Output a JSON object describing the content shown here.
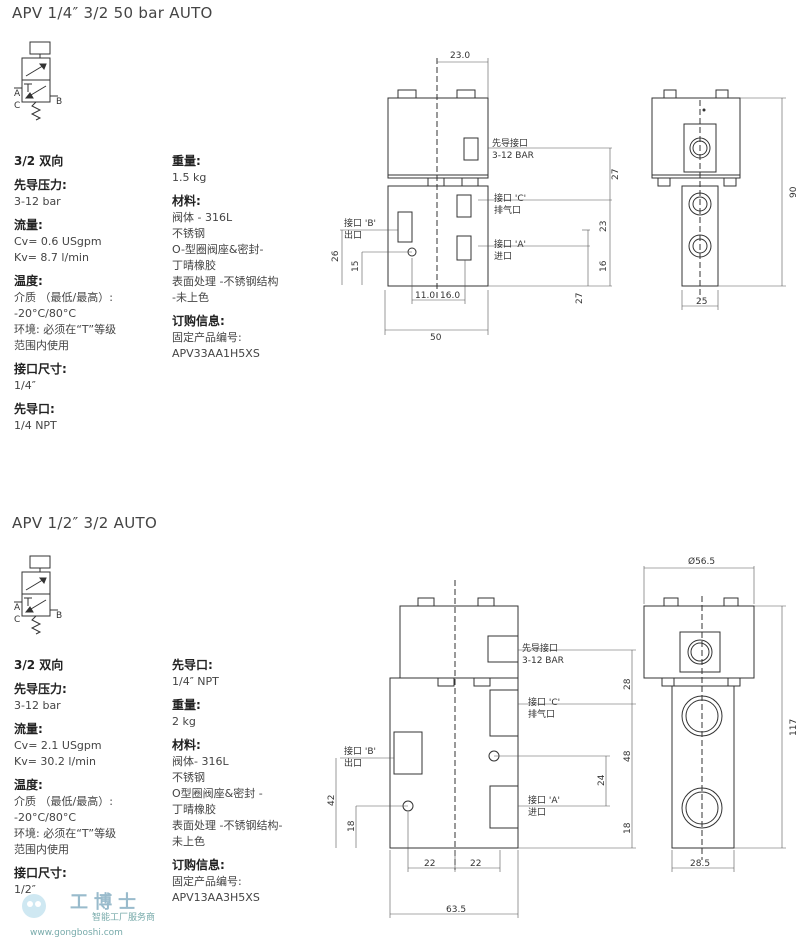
{
  "section1": {
    "title": "APV 1/4″   3/2 50 bar AUTO",
    "col1": [
      {
        "h": "3/2 双向",
        "v": []
      },
      {
        "h": "先导压力:",
        "v": [
          "3-12 bar"
        ]
      },
      {
        "h": "流量:",
        "v": [
          "Cv= 0.6 USgpm",
          "Kv= 8.7 l/min"
        ]
      },
      {
        "h": "温度:",
        "v": [
          "介质 （最低/最高）:",
          "-20°C/80°C",
          "环境: 必须在“T”等级",
          "范围内使用"
        ]
      },
      {
        "h": "接口尺寸:",
        "v": [
          "1/4″"
        ]
      },
      {
        "h": "先导口:",
        "v": [
          "1/4 NPT"
        ]
      }
    ],
    "col2": [
      {
        "h": "重量:",
        "v": [
          "1.5 kg"
        ]
      },
      {
        "h": "材料:",
        "v": [
          "阀体 - 316L",
          "不锈钢",
          "O-型圈阀座&密封-",
          "丁晴橡胶",
          "表面处理 -不锈钢结构",
          "-未上色"
        ]
      },
      {
        "h": "订购信息:",
        "v": [
          "固定产品编号:",
          "APV33AA1H5XS"
        ]
      }
    ],
    "drawing": {
      "dims": [
        "23.0",
        "27",
        "23",
        "16",
        "27",
        "26",
        "15",
        "11.0",
        "16.0",
        "50",
        "25",
        "90"
      ],
      "labels": [
        "先导接口",
        "3-12 BAR",
        "接口 'C'",
        "排气口",
        "接口 'A'",
        "进口",
        "接口 'B'",
        "出口"
      ]
    },
    "symbol_labels": [
      "A",
      "B",
      "C"
    ]
  },
  "section2": {
    "title": "APV 1/2″   3/2 AUTO",
    "col1": [
      {
        "h": "3/2 双向",
        "v": []
      },
      {
        "h": "先导压力:",
        "v": [
          "3-12 bar"
        ]
      },
      {
        "h": "流量:",
        "v": [
          "Cv= 2.1 USgpm",
          "Kv= 30.2 l/min"
        ]
      },
      {
        "h": "温度:",
        "v": [
          "介质 （最低/最高）:",
          "-20°C/80°C",
          "环境: 必须在“T”等级",
          "范围内使用"
        ]
      },
      {
        "h": "接口尺寸:",
        "v": [
          "1/2″"
        ]
      }
    ],
    "col2": [
      {
        "h": "先导口:",
        "v": [
          "1/4″ NPT"
        ]
      },
      {
        "h": "重量:",
        "v": [
          "2 kg"
        ]
      },
      {
        "h": "材料:",
        "v": [
          "阀体- 316L",
          "不锈钢",
          "O型圈阀座&密封 -",
          "丁晴橡胶",
          "表面处理 -不锈钢结构-",
          "未上色"
        ]
      },
      {
        "h": "订购信息:",
        "v": [
          "固定产品编号:",
          "APV13AA3H5XS"
        ]
      }
    ],
    "drawing": {
      "dims": [
        "Ø56.5",
        "28",
        "48",
        "24",
        "18",
        "42",
        "18",
        "22",
        "22",
        "63.5",
        "28.5",
        "117"
      ],
      "labels": [
        "先导接口",
        "3-12 BAR",
        "接口 'C'",
        "排气口",
        "接口 'B'",
        "出口",
        "接口 'A'",
        "进口"
      ]
    },
    "symbol_labels": [
      "A",
      "B",
      "C"
    ]
  },
  "watermark": {
    "brand": "工博士",
    "tagline": "智能工厂服务商",
    "url": "www.gongboshi.com"
  }
}
